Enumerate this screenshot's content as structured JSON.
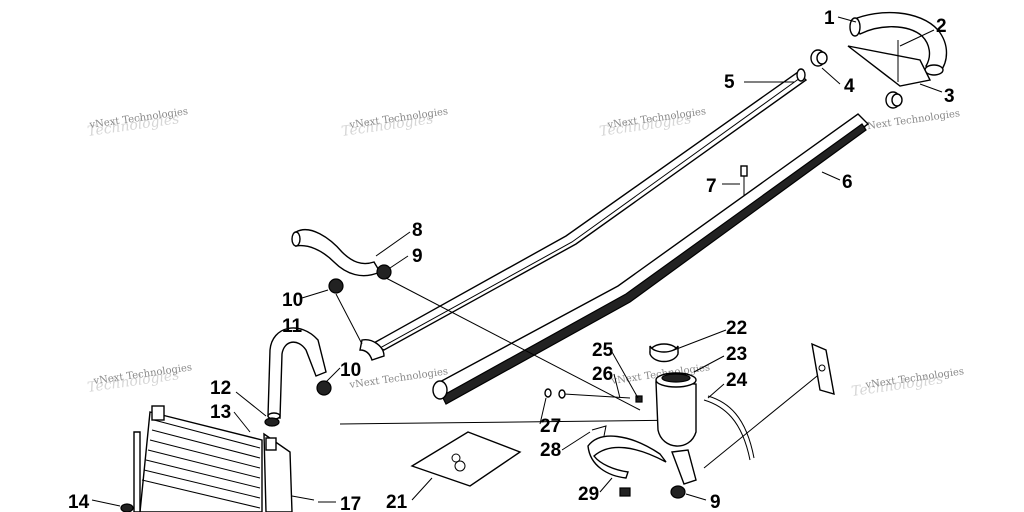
{
  "watermark": "vNext Technologies",
  "callouts": [
    "1",
    "2",
    "3",
    "4",
    "5",
    "6",
    "7",
    "8",
    "9",
    "10",
    "11",
    "10",
    "12",
    "13",
    "14",
    "17",
    "21",
    "22",
    "23",
    "24",
    "25",
    "26",
    "27",
    "28",
    "29",
    "9"
  ]
}
